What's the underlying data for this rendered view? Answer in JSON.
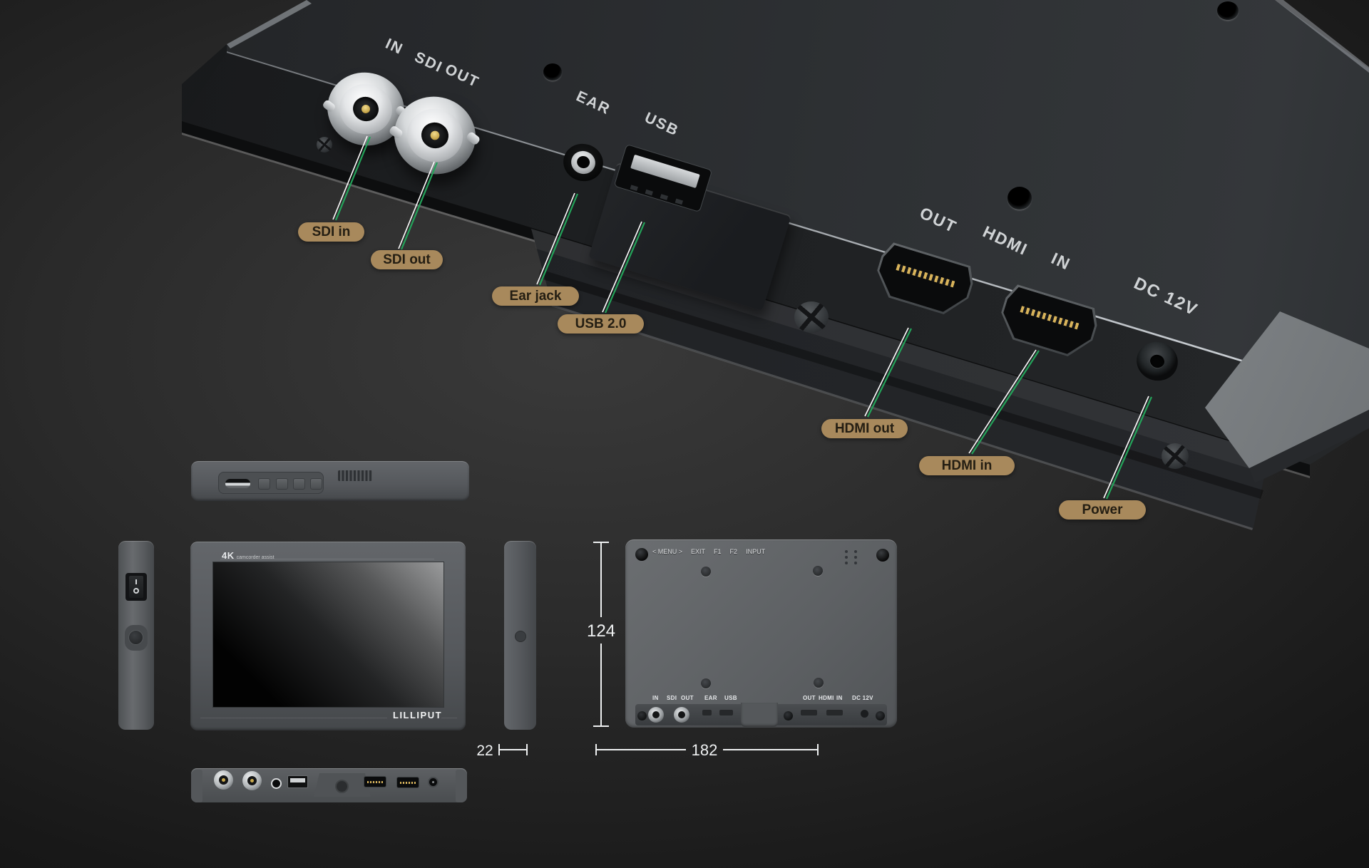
{
  "device_face_labels": {
    "sdi_in": "IN",
    "sdi": "SDI",
    "sdi_out": "OUT",
    "ear": "EAR",
    "usb": "USB",
    "hdmi_out": "OUT",
    "hdmi": "HDMI",
    "hdmi_in": "IN",
    "dc": "DC 12V"
  },
  "callouts": {
    "sdi_in": "SDI in",
    "sdi_out": "SDI out",
    "ear_jack": "Ear jack",
    "usb": "USB 2.0",
    "hdmi_out": "HDMI out",
    "hdmi_in": "HDMI in",
    "power": "Power"
  },
  "views": {
    "front": {
      "badge_main": "4K",
      "badge_sub": "camcorder assist",
      "brand": "LILLIPUT"
    },
    "back": {
      "menu_row": [
        "< MENU >",
        "EXIT",
        "F1",
        "F2",
        "INPUT"
      ],
      "port_row": [
        "IN",
        "SDI",
        "OUT",
        "EAR",
        "USB",
        "OUT",
        "HDMI",
        "IN",
        "DC 12V"
      ]
    }
  },
  "dimensions": {
    "height_mm": "124",
    "thickness_mm": "22",
    "width_mm": "182"
  },
  "colors": {
    "callout_bg": "#a8895c",
    "callout_text": "#241e13",
    "leader_line_green": "#24a35a",
    "dimension_line": "#eef0f1",
    "device_body": "#2b2e31",
    "view_body_gray": "#5d6063"
  }
}
